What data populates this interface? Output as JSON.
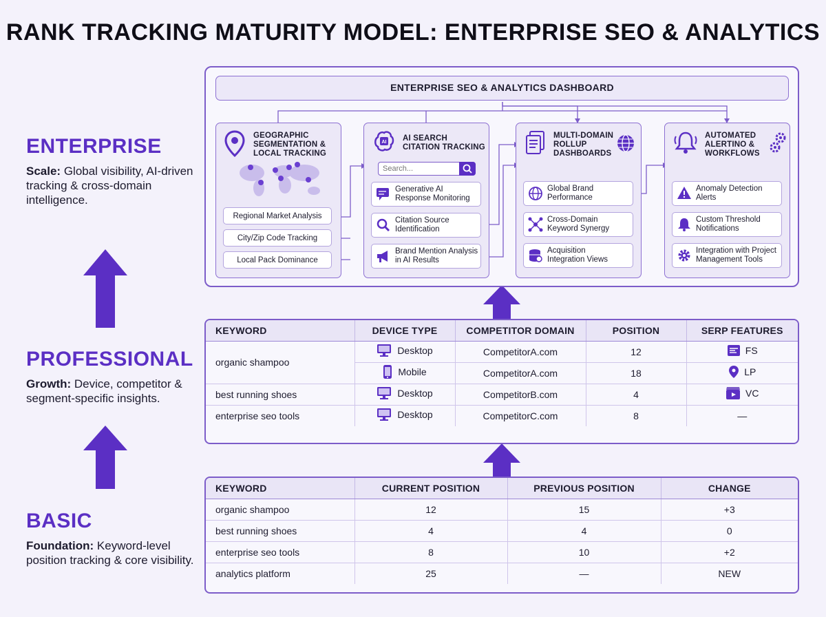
{
  "title": "RANK TRACKING MATURITY MODEL: ENTERPRISE SEO & ANALYTICS",
  "colors": {
    "accent": "#5b2fc4",
    "border": "#7c5cc9",
    "panel": "#f8f7fd"
  },
  "levels": {
    "enterprise": {
      "name": "ENTERPRISE",
      "lead": "Scale:",
      "desc": " Global visibility, AI-driven tracking & cross-domain intelligence."
    },
    "professional": {
      "name": "PROFESSIONAL",
      "lead": "Growth:",
      "desc": " Device, competitor & segment-specific insights."
    },
    "basic": {
      "name": "BASIC",
      "lead": "Foundation:",
      "desc": " Keyword-level position tracking & core visibility."
    }
  },
  "dashboard": {
    "title": "ENTERPRISE SEO & ANALYTICS DASHBOARD",
    "columns": [
      {
        "title": "GEOGRAPHIC SEGMENTATION & LOCAL TRACKING",
        "icon": "location-pin-icon",
        "items": [
          {
            "label": "Regional Market Analysis"
          },
          {
            "label": "City/Zip Code Tracking"
          },
          {
            "label": "Local Pack Dominance"
          }
        ]
      },
      {
        "title": "AI SEARCH CITATION TRACKING",
        "icon": "ai-brain-icon",
        "search_placeholder": "Search...",
        "items": [
          {
            "label": "Generative AI Response Monitoring",
            "icon": "chat-icon"
          },
          {
            "label": "Citation Source Identification",
            "icon": "magnifier-icon"
          },
          {
            "label": "Brand Mention Analysis in AI Results",
            "icon": "megaphone-icon"
          }
        ]
      },
      {
        "title": "MULTI-DOMAIN ROLLUP DASHBOARDS",
        "icon": "documents-icon",
        "items": [
          {
            "label": "Global Brand Performance",
            "icon": "globe-icon"
          },
          {
            "label": "Cross-Domain Keyword Synergy",
            "icon": "network-icon"
          },
          {
            "label": "Acquisition Integration Views",
            "icon": "database-icon"
          }
        ]
      },
      {
        "title": "AUTOMATED ALERTINO & WORKFLOWS",
        "icon": "bell-icon",
        "items": [
          {
            "label": "Anomaly Detection Alerts",
            "icon": "warning-icon"
          },
          {
            "label": "Custom Threshold Notifications",
            "icon": "bell-icon"
          },
          {
            "label": "Integration with Project Management Tools",
            "icon": "gear-icon"
          }
        ]
      }
    ]
  },
  "professional_table": {
    "headers": [
      "KEYWORD",
      "DEVICE TYPE",
      "COMPETITOR DOMAIN",
      "POSITION",
      "SERP FEATURES"
    ],
    "rows": [
      {
        "keyword": "organic shampoo",
        "device": "Desktop",
        "domain": "CompetitorA.com",
        "position": "12",
        "serp": "FS"
      },
      {
        "keyword": "",
        "device": "Mobile",
        "domain": "CompetitorA.com",
        "position": "18",
        "serp": "LP"
      },
      {
        "keyword": "best running shoes",
        "device": "Desktop",
        "domain": "CompetitorB.com",
        "position": "4",
        "serp": "VC"
      },
      {
        "keyword": "enterprise seo tools",
        "device": "Desktop",
        "domain": "CompetitorC.com",
        "position": "8",
        "serp": "—"
      }
    ]
  },
  "basic_table": {
    "headers": [
      "KEYWORD",
      "CURRENT POSITION",
      "PREVIOUS POSITION",
      "CHANGE"
    ],
    "rows": [
      {
        "keyword": "organic shampoo",
        "current": "12",
        "previous": "15",
        "change": "+3"
      },
      {
        "keyword": "best running shoes",
        "current": "4",
        "previous": "4",
        "change": "0"
      },
      {
        "keyword": "enterprise seo tools",
        "current": "8",
        "previous": "10",
        "change": "+2"
      },
      {
        "keyword": "analytics platform",
        "current": "25",
        "previous": "—",
        "change": "NEW"
      }
    ]
  }
}
